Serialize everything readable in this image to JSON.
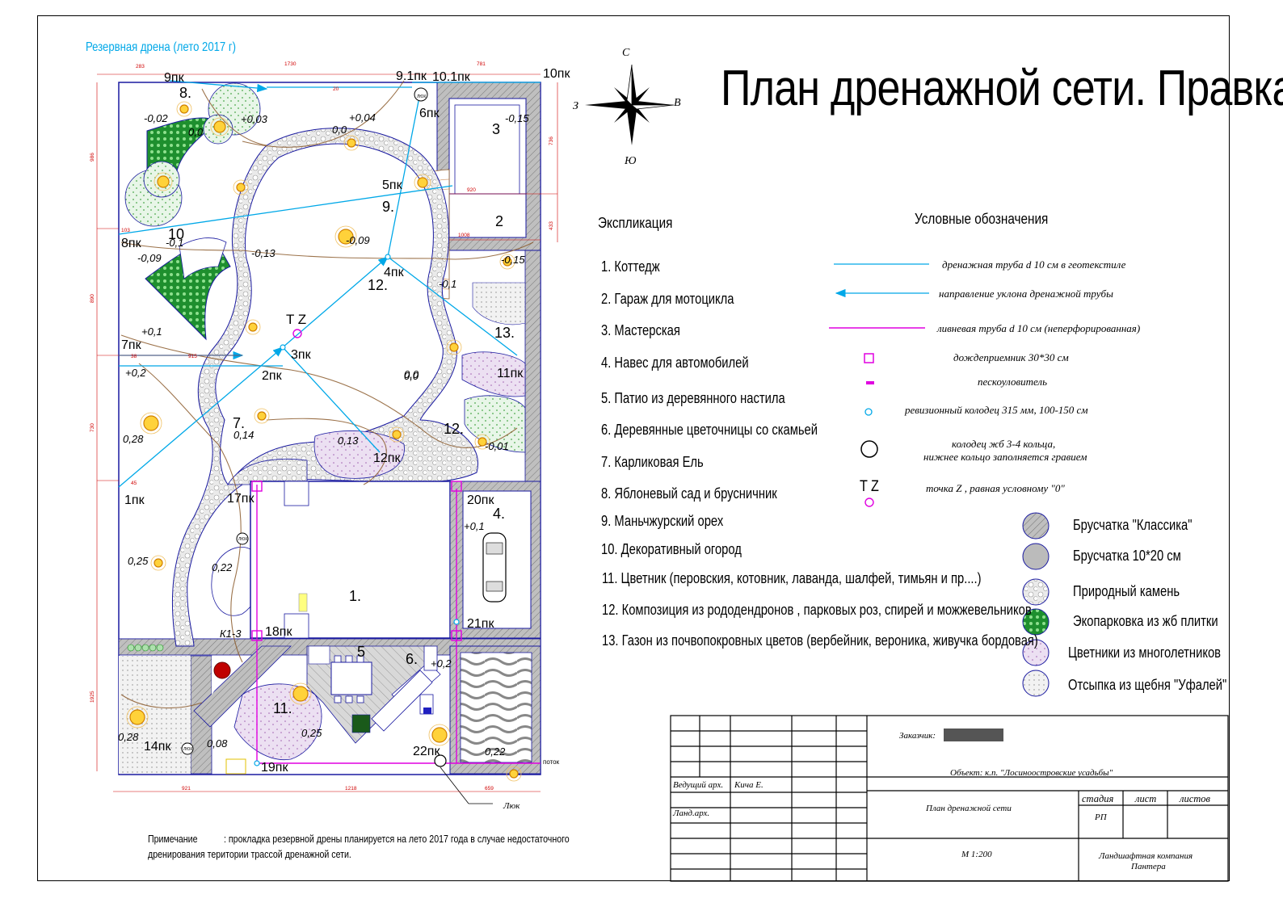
{
  "title": "План дренажной сети. Правка.",
  "compass": {
    "n": "С",
    "s": "Ю",
    "w": "З",
    "e": "В"
  },
  "reserve_label": "Резервная дрена  (лето 2017 г)",
  "explication": {
    "header": "Экспликация",
    "items": [
      "1.  Коттедж",
      "2. Гараж для мотоцикла",
      "3.  Мастерская",
      "4.  Навес для автомобилей",
      "5.  Патио из деревянного настила",
      "6.  Деревянные цветочницы со скамьей",
      "7.  Карликовая Ель",
      "8.  Яблоневый сад и брусничник",
      "9.  Маньчжурский орех",
      "10.  Декоративный огород",
      "11.  Цветник (перовския, котовник, лаванда, шалфей, тимьян и пр....)",
      "12.  Композиция из рододендронов , парковых роз, спирей и можжевельников",
      "13.  Газон из почвопокровных цветов (вербейник, вероника, живучка бордовая)"
    ]
  },
  "legend": {
    "header": "Условные обозначения",
    "lines": [
      "дренажная труба d 10 см в геотекстиле",
      "направление уклона дренажной трубы",
      "ливневая труба d 10 см (неперфорированная)",
      "дождеприемник 30*30 см",
      "пескоуловитель",
      "ревизионный колодец 315 мм, 100-150 см",
      "колодец жб   3-4 кольца,",
      "нижнее кольцо заполняется гравием",
      "точка Z , равная условному \"0\""
    ],
    "tz": "T Z",
    "materials": [
      "Брусчатка \"Классика\"",
      "Брусчатка 10*20 см",
      "Природный камень",
      "Экопарковка из жб плитки",
      "Цветники из многолетников",
      "Отсыпка из щебня \"Уфалей\""
    ]
  },
  "note": {
    "line1a": "Примечание",
    "line1b": ": прокладка резервной дрены планируется на лето 2017 года в случае недостаточного",
    "line2": "дренирования територии трассой дренажной сети."
  },
  "stamp": {
    "customer": "Заказчик:",
    "object": "Объект:  к.п.  \"Лосиноостровские  усадьбы\"",
    "lead": "Ведущий арх.",
    "lead_name": "Кича  Е.",
    "land": "Ланд.арх.",
    "plan": "План  дренажной   сети",
    "stage": "стадия",
    "sheet": "лист",
    "sheets": "листов",
    "stage_val": "РП",
    "scale": "М  1:200",
    "company1": "Ландшафтная  компания",
    "company2": "Пантера"
  },
  "plan": {
    "pk": [
      "1пк",
      "2пк",
      "3пк",
      "4пк",
      "5пк",
      "6пк",
      "7пк",
      "8пк",
      "9пк",
      "9.1пк",
      "10.1пк",
      "10пк",
      "11пк",
      "12пк",
      "14пк",
      "17пк",
      "18пк",
      "19пк",
      "20пк",
      "21пк",
      "22пк"
    ],
    "numbers": [
      "1.",
      "2",
      "3",
      "4.",
      "5",
      "6.",
      "7.",
      "8.",
      "9.",
      "10",
      "11.",
      "12.",
      "12.",
      "13."
    ],
    "levels": [
      "-0,02",
      "0,0",
      "+0,03",
      "+0,04",
      "0,0",
      "-0,15",
      "-0,1",
      "-0,09",
      "-0,13",
      "0,0",
      "-0,09",
      "-0,15",
      "-0,1",
      "+0,1",
      "+0,2",
      "0,0",
      "0,28",
      "0,14",
      "0,13",
      "-0,01",
      "+0,1",
      "0,25",
      "0,22",
      "+0,2",
      "0,28",
      "0,08",
      "0,25",
      "0,22"
    ],
    "dims": [
      "283",
      "1730",
      "781",
      "986",
      "736",
      "920",
      "433",
      "1008",
      "103",
      "890",
      "38",
      "915",
      "45",
      "730",
      "1925",
      "921",
      "1218",
      "659",
      "20"
    ],
    "misc": {
      "k13": "К1-3",
      "potok": "поток",
      "luk": "Люк",
      "luk_small": "ЛЮК",
      "tz": "T Z"
    }
  },
  "colors": {
    "drain": "#00a8e8",
    "storm": "#e000e0",
    "plan_line": "#1a1aa0",
    "level": "#8b5a2b"
  }
}
